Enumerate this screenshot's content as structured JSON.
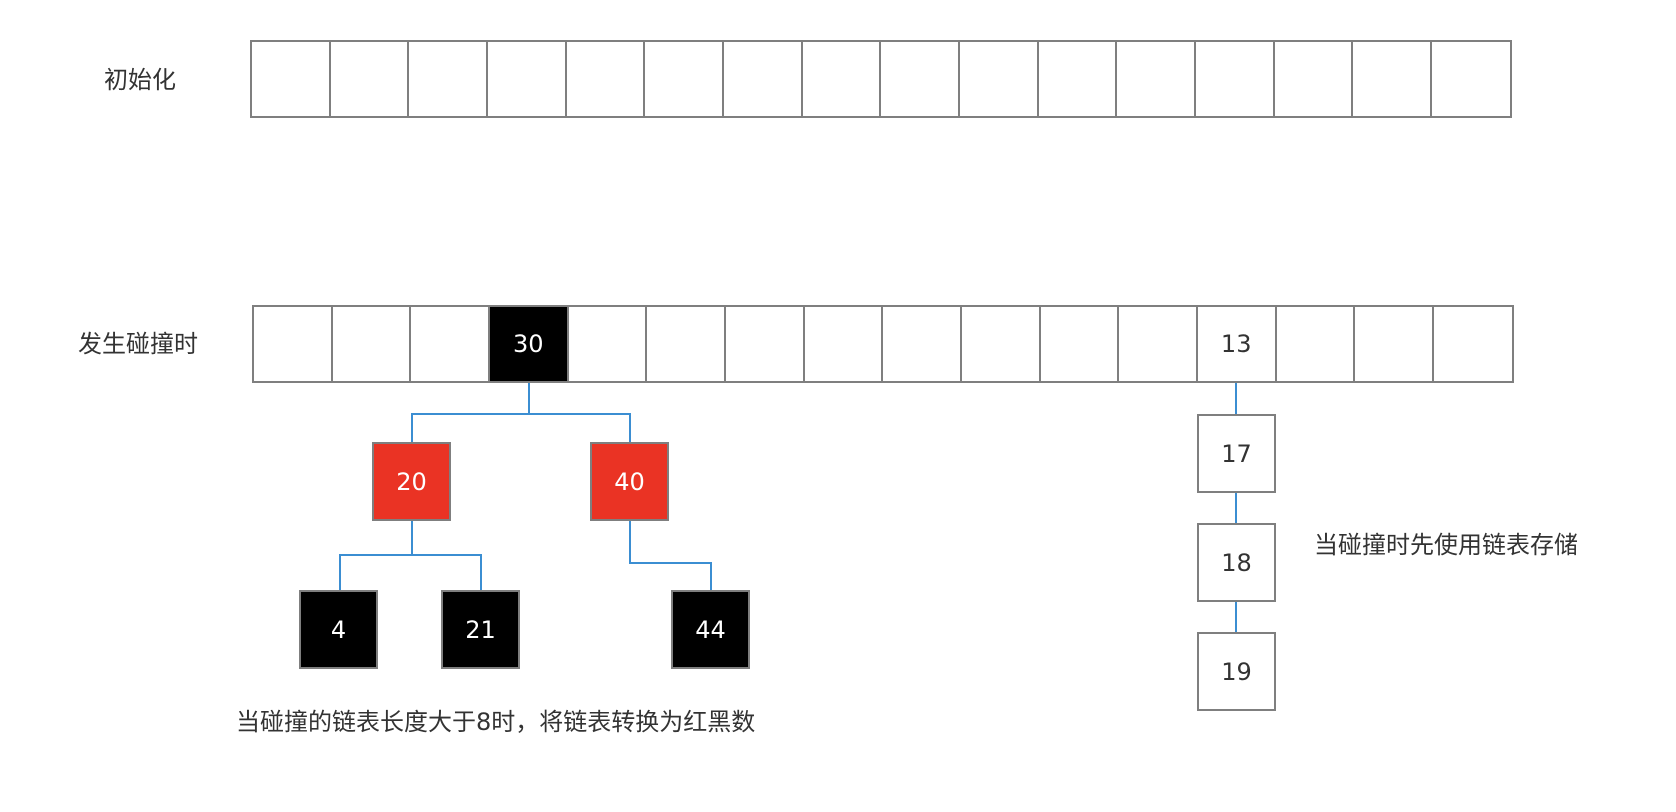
{
  "labels": {
    "init": "初始化",
    "collision": "发生碰撞时"
  },
  "init_array": {
    "cells": [
      "",
      "",
      "",
      "",
      "",
      "",
      "",
      "",
      "",
      "",
      "",
      "",
      "",
      "",
      "",
      ""
    ]
  },
  "collision_array": {
    "cells": [
      "",
      "",
      "",
      "30",
      "",
      "",
      "",
      "",
      "",
      "",
      "",
      "",
      "13",
      "",
      "",
      ""
    ]
  },
  "tree": {
    "root": "30",
    "left": "20",
    "right": "40",
    "left_left": "4",
    "left_right": "21",
    "right_right": "44"
  },
  "list": {
    "nodes": [
      "17",
      "18",
      "19"
    ]
  },
  "notes": {
    "tree_note": "当碰撞的链表长度大于8时，将链表转换为红黑数",
    "list_note": "当碰撞时先使用链表存储"
  },
  "colors": {
    "black_node": "#000000",
    "red_node": "#ea3324",
    "edge": "#3b8ed2",
    "border": "#7f7f7f"
  }
}
